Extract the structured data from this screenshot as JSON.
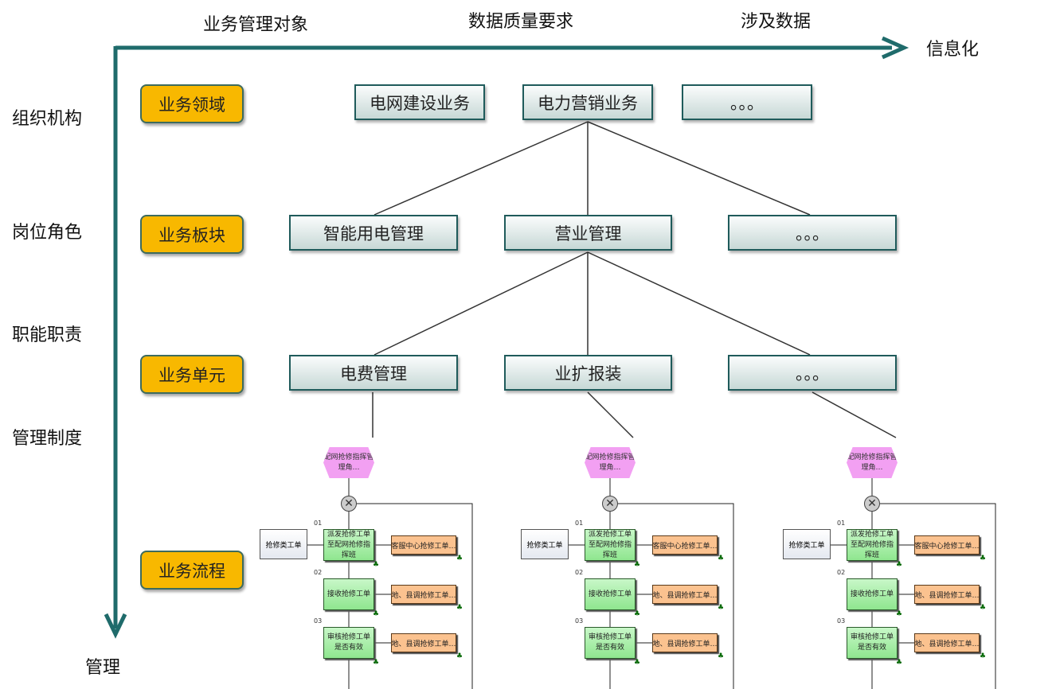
{
  "axes": {
    "top_labels": [
      "业务管理对象",
      "数据质量要求",
      "涉及数据"
    ],
    "x_end_label": "信息化",
    "y_end_label": "管理",
    "color": "#1f6b6b"
  },
  "side_labels": [
    "组织机构",
    "岗位角色",
    "职能职责",
    "管理制度"
  ],
  "levels": [
    "业务领域",
    "业务板块",
    "业务单元",
    "业务流程"
  ],
  "row1": [
    "电网建设业务",
    "电力营销业务",
    "。。。"
  ],
  "row2": [
    "智能用电管理",
    "营业管理",
    "。。。"
  ],
  "row3": [
    "电费管理",
    "业扩报装",
    "。。。"
  ],
  "process": {
    "event": "配网抢修指挥管理角…",
    "document": "抢修类工单",
    "steps": [
      {
        "num": "01",
        "label": "派发抢修工单至配网抢修指挥班",
        "role": "客服中心抢修工单…"
      },
      {
        "num": "02",
        "label": "接收抢修工单",
        "role": "地、县调抢修工单…"
      },
      {
        "num": "03",
        "label": "审核抢修工单是否有效",
        "role": "地、县调抢修工单…"
      }
    ]
  },
  "colors": {
    "level_box": "#f8b800",
    "event": "#f2a0f2",
    "step": "#8fe68f",
    "role": "#fbc28f"
  }
}
